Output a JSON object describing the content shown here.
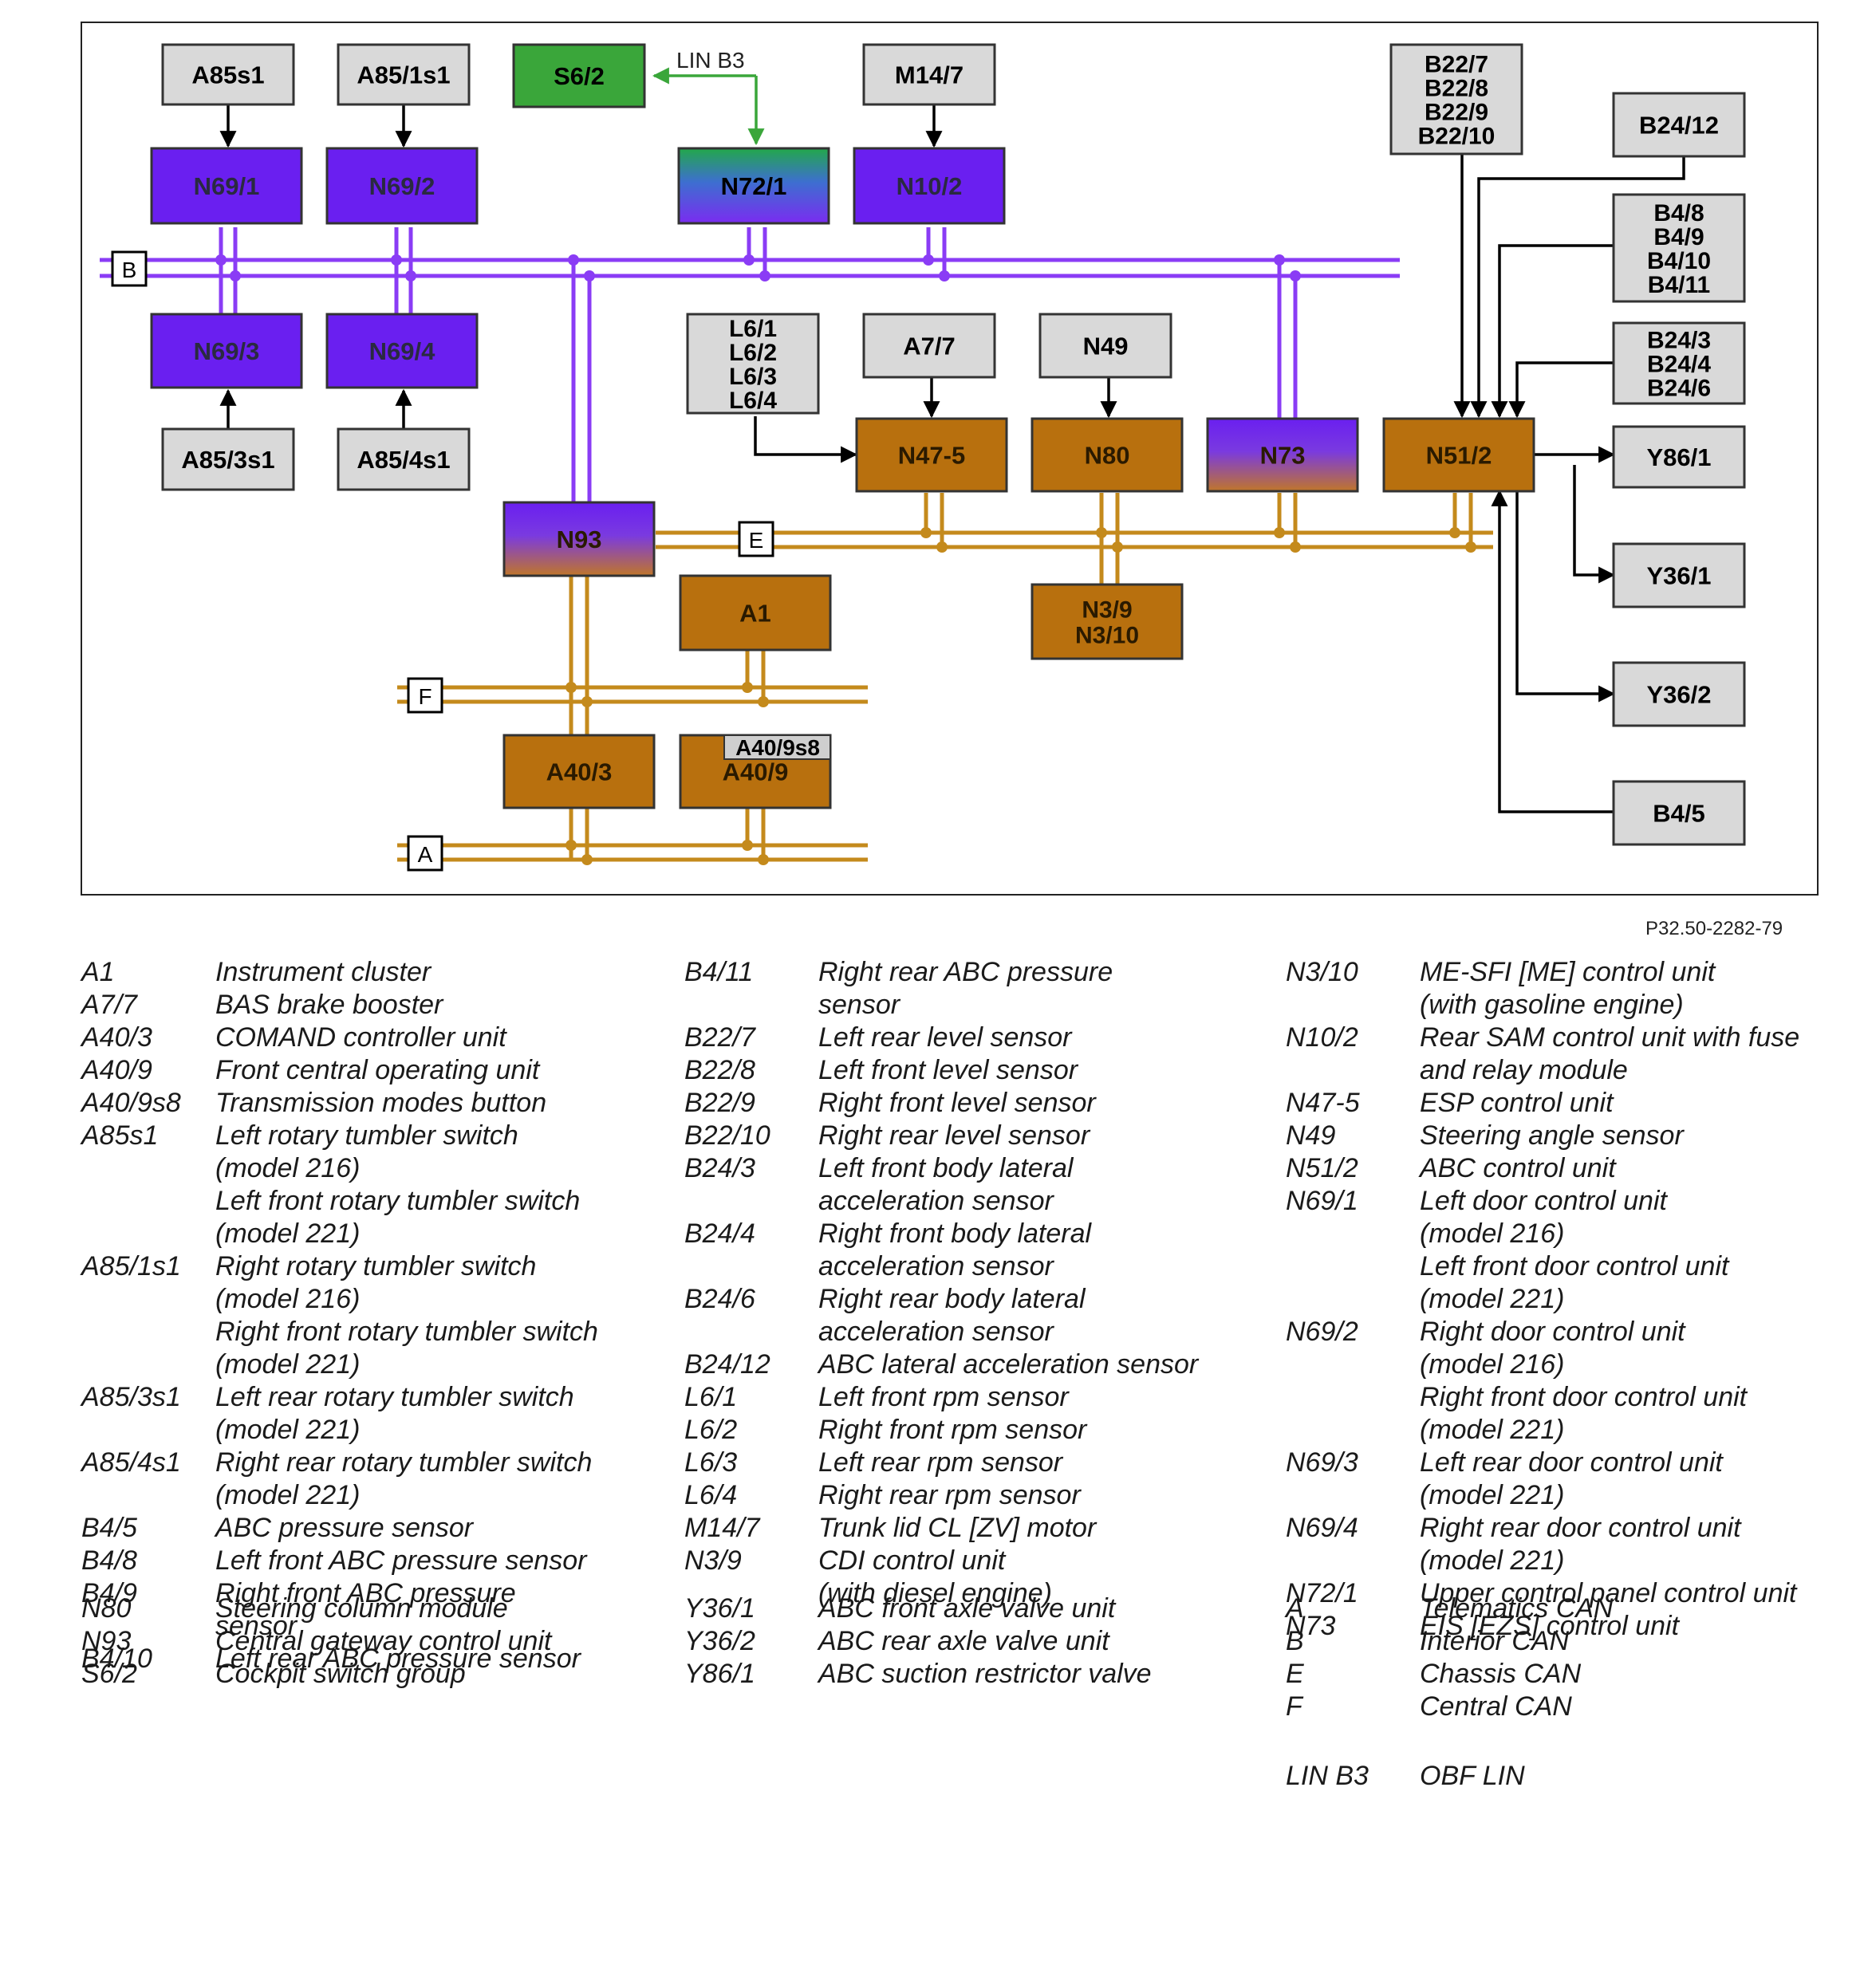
{
  "reference": "P32.50-2282-79",
  "diagram": {
    "boxes": {
      "A85s1": [
        "A85s1"
      ],
      "A85_1s1": [
        "A85/1s1"
      ],
      "S6_2": [
        "S6/2"
      ],
      "M14_7": [
        "M14/7"
      ],
      "B22": [
        "B22/7",
        "B22/8",
        "B22/9",
        "B22/10"
      ],
      "B24_12": [
        "B24/12"
      ],
      "N69_1": [
        "N69/1"
      ],
      "N69_2": [
        "N69/2"
      ],
      "N72_1": [
        "N72/1"
      ],
      "N10_2": [
        "N10/2"
      ],
      "B4_8": [
        "B4/8",
        "B4/9",
        "B4/10",
        "B4/11"
      ],
      "N69_3": [
        "N69/3"
      ],
      "N69_4": [
        "N69/4"
      ],
      "L6": [
        "L6/1",
        "L6/2",
        "L6/3",
        "L6/4"
      ],
      "A7_7": [
        "A7/7"
      ],
      "N49": [
        "N49"
      ],
      "B24_3": [
        "B24/3",
        "B24/4",
        "B24/6"
      ],
      "A85_3s1": [
        "A85/3s1"
      ],
      "A85_4s1": [
        "A85/4s1"
      ],
      "N47_5": [
        "N47-5"
      ],
      "N80": [
        "N80"
      ],
      "N73": [
        "N73"
      ],
      "N51_2": [
        "N51/2"
      ],
      "Y86_1": [
        "Y86/1"
      ],
      "N93": [
        "N93"
      ],
      "Y36_1": [
        "Y36/1"
      ],
      "A1": [
        "A1"
      ],
      "N3_9": [
        "N3/9",
        "N3/10"
      ],
      "Y36_2": [
        "Y36/2"
      ],
      "A40_3": [
        "A40/3"
      ],
      "A40_9": [
        "A40/9"
      ],
      "A40_9s8": [
        "A40/9s8"
      ],
      "B4_5": [
        "B4/5"
      ]
    },
    "bus_labels": {
      "B": "B",
      "E": "E",
      "F": "F",
      "A": "A"
    },
    "lin_label": "LIN B3",
    "colors": {
      "gray": "#d9d9d9",
      "green": "#3aa63a",
      "purple": "#6a1ff0",
      "orange": "#b8700e",
      "purple_line": "#8a3cf5",
      "orange_line": "#c48a1c"
    }
  },
  "legend": {
    "col1": [
      {
        "code": "A1",
        "desc": [
          "Instrument cluster"
        ]
      },
      {
        "code": "A7/7",
        "desc": [
          "BAS brake booster"
        ]
      },
      {
        "code": "A40/3",
        "desc": [
          "COMAND controller unit"
        ]
      },
      {
        "code": "A40/9",
        "desc": [
          "Front central operating unit"
        ]
      },
      {
        "code": "A40/9s8",
        "desc": [
          "Transmission modes button"
        ]
      },
      {
        "code": "A85s1",
        "desc": [
          "Left rotary tumbler switch",
          "(model 216)",
          "Left front rotary tumbler switch",
          "(model 221)"
        ]
      },
      {
        "code": "A85/1s1",
        "desc": [
          "Right rotary tumbler switch",
          "(model 216)",
          "Right front rotary tumbler switch",
          "(model 221)"
        ]
      },
      {
        "code": "A85/3s1",
        "desc": [
          "Left rear rotary tumbler switch",
          "(model 221)"
        ]
      },
      {
        "code": "A85/4s1",
        "desc": [
          "Right rear rotary tumbler switch",
          "(model 221)"
        ]
      },
      {
        "code": "B4/5",
        "desc": [
          "ABC pressure sensor"
        ]
      },
      {
        "code": "B4/8",
        "desc": [
          "Left front ABC pressure sensor"
        ]
      },
      {
        "code": "B4/9",
        "desc": [
          "Right front ABC pressure",
          "sensor"
        ]
      },
      {
        "code": "B4/10",
        "desc": [
          "Left rear ABC pressure sensor"
        ]
      }
    ],
    "col2": [
      {
        "code": "B4/11",
        "desc": [
          "Right rear ABC pressure",
          "sensor"
        ]
      },
      {
        "code": "B22/7",
        "desc": [
          "Left rear level sensor"
        ]
      },
      {
        "code": "B22/8",
        "desc": [
          "Left front level sensor"
        ]
      },
      {
        "code": "B22/9",
        "desc": [
          "Right front level sensor"
        ]
      },
      {
        "code": "B22/10",
        "desc": [
          "Right rear level sensor"
        ]
      },
      {
        "code": "B24/3",
        "desc": [
          "Left front body lateral",
          "acceleration sensor"
        ]
      },
      {
        "code": "B24/4",
        "desc": [
          "Right front body lateral",
          "acceleration sensor"
        ]
      },
      {
        "code": "B24/6",
        "desc": [
          "Right rear body lateral",
          "acceleration sensor"
        ]
      },
      {
        "code": "B24/12",
        "desc": [
          "ABC lateral acceleration sensor"
        ]
      },
      {
        "code": "L6/1",
        "desc": [
          "Left front rpm sensor"
        ]
      },
      {
        "code": "L6/2",
        "desc": [
          "Right front rpm sensor"
        ]
      },
      {
        "code": "L6/3",
        "desc": [
          "Left rear rpm sensor"
        ]
      },
      {
        "code": "L6/4",
        "desc": [
          "Right rear rpm sensor"
        ]
      },
      {
        "code": "M14/7",
        "desc": [
          "Trunk lid CL [ZV] motor"
        ]
      },
      {
        "code": "N3/9",
        "desc": [
          "CDI control unit",
          "(with diesel engine)"
        ]
      }
    ],
    "col3": [
      {
        "code": "N3/10",
        "desc": [
          "ME-SFI [ME] control unit",
          "(with gasoline engine)"
        ]
      },
      {
        "code": "N10/2",
        "desc": [
          "Rear SAM control unit with fuse",
          "and relay module"
        ]
      },
      {
        "code": "N47-5",
        "desc": [
          "ESP control unit"
        ]
      },
      {
        "code": "N49",
        "desc": [
          "Steering angle sensor"
        ]
      },
      {
        "code": "N51/2",
        "desc": [
          "ABC control unit"
        ]
      },
      {
        "code": "N69/1",
        "desc": [
          "Left door control unit",
          "(model 216)",
          "Left front door control unit",
          "(model 221)"
        ]
      },
      {
        "code": "N69/2",
        "desc": [
          "Right door control unit",
          "(model 216)",
          "Right front door control unit",
          "(model 221)"
        ]
      },
      {
        "code": "N69/3",
        "desc": [
          "Left rear door control unit",
          "(model 221)"
        ]
      },
      {
        "code": "N69/4",
        "desc": [
          "Right rear door control unit",
          "(model 221)"
        ]
      },
      {
        "code": "N72/1",
        "desc": [
          "Upper control panel control unit"
        ]
      },
      {
        "code": "N73",
        "desc": [
          "EIS [EZS] control unit"
        ]
      }
    ],
    "col4": [
      {
        "code": "N80",
        "desc": [
          "Steering column module"
        ]
      },
      {
        "code": "N93",
        "desc": [
          "Central gateway control unit"
        ]
      },
      {
        "code": "S6/2",
        "desc": [
          "Cockpit switch group"
        ]
      }
    ],
    "col5": [
      {
        "code": "Y36/1",
        "desc": [
          "ABC front axle valve unit"
        ]
      },
      {
        "code": "Y36/2",
        "desc": [
          "ABC rear axle valve unit"
        ]
      },
      {
        "code": "Y86/1",
        "desc": [
          "ABC suction restrictor valve"
        ]
      }
    ],
    "col6": [
      {
        "code": "A",
        "desc": [
          "Telematics CAN"
        ]
      },
      {
        "code": "B",
        "desc": [
          "Interior CAN"
        ]
      },
      {
        "code": "E",
        "desc": [
          "Chassis CAN"
        ]
      },
      {
        "code": "F",
        "desc": [
          "Central CAN"
        ]
      }
    ],
    "col7": [
      {
        "code": "LIN B3",
        "desc": [
          "OBF LIN"
        ]
      }
    ]
  }
}
